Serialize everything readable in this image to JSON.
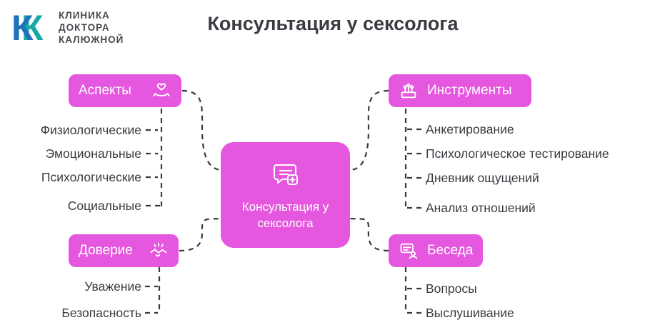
{
  "logo": {
    "lines": [
      "КЛИНИКА",
      "ДОКТОРА",
      "КАЛЮЖНОЙ"
    ]
  },
  "title": "Консультация у сексолога",
  "center": {
    "label": "Консультация у сексолога",
    "icon": "chat-plus-icon"
  },
  "branches": [
    {
      "label": "Аспекты",
      "icon": "care-hands-heart-icon",
      "items": [
        "Физиологические",
        "Эмоциональные",
        "Психологические",
        "Социальные"
      ]
    },
    {
      "label": "Доверие",
      "icon": "handshake-sparkle-icon",
      "items": [
        "Уважение",
        "Безопасность"
      ]
    },
    {
      "label": "Инструменты",
      "icon": "tools-sprouts-icon",
      "items": [
        "Анкетирование",
        "Психологическое тестирование",
        "Дневник ощущений",
        "Анализ отношений"
      ]
    },
    {
      "label": "Беседа",
      "icon": "conversation-person-icon",
      "items": [
        "Вопросы",
        "Выслушивание"
      ]
    }
  ],
  "colors": {
    "accent": "#e557de",
    "text": "#3b3b42",
    "line": "#3a3a3a",
    "logo_blue": "#1e72b8",
    "logo_teal": "#17a8a8"
  }
}
